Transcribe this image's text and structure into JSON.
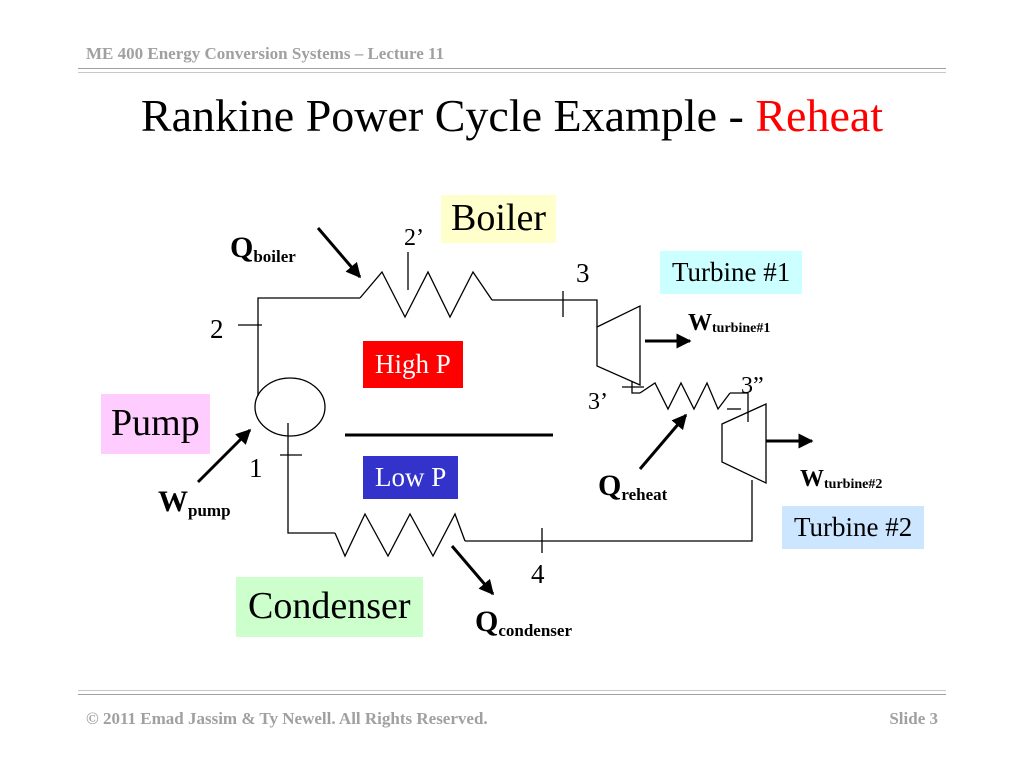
{
  "header": {
    "course": "ME 400 Energy Conversion Systems – Lecture 11"
  },
  "title": {
    "main": "Rankine Power Cycle Example - ",
    "accent": "Reheat"
  },
  "components": {
    "boiler": "Boiler",
    "turbine1": "Turbine #1",
    "turbine2": "Turbine #2",
    "pump": "Pump",
    "condenser": "Condenser",
    "high_pressure": "High P",
    "low_pressure": "Low P"
  },
  "states": {
    "s1": "1",
    "s2": "2",
    "s2p": "2’",
    "s3": "3",
    "s3p": "3’",
    "s3pp": "3”",
    "s4": "4"
  },
  "energy": {
    "q_boiler": {
      "base": "Q",
      "sub": "boiler"
    },
    "q_reheat": {
      "base": "Q",
      "sub": "reheat"
    },
    "q_condenser": {
      "base": "Q",
      "sub": "condenser"
    },
    "w_turbine1": {
      "base": "W",
      "sub": "turbine#1"
    },
    "w_turbine2": {
      "base": "W",
      "sub": "turbine#2"
    },
    "w_pump": {
      "base": "W",
      "sub": "pump"
    }
  },
  "footer": {
    "copyright": "© 2011 Emad Jassim & Ty Newell.  All Rights Reserved.",
    "slide": "Slide 3"
  },
  "colors": {
    "accent_red": "#ff0000",
    "boiler_bg": "#ffffcc",
    "turbine1_bg": "#ccffff",
    "turbine2_bg": "#cce6ff",
    "pump_bg": "#ffccff",
    "condenser_bg": "#ccffcc",
    "high_p_bg": "#ff0000",
    "low_p_bg": "#3333cc",
    "header_gray": "#a0a0a0"
  }
}
